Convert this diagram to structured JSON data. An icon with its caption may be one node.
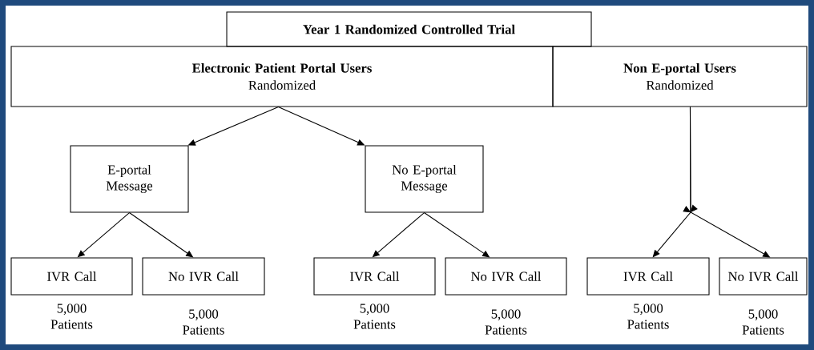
{
  "diagram": {
    "nodes": [
      {
        "text": [
          "Year 1 Randomized Controlled Trial"
        ]
      },
      {
        "text": [
          "Electronic Patient Portal Users",
          "Randomized"
        ]
      },
      {
        "text": [
          "Non E-portal Users",
          "Randomized"
        ]
      },
      {
        "text": [
          "E-portal Message"
        ]
      },
      {
        "text": [
          "No E-portal Message"
        ]
      },
      {
        "text": [
          "IVR Call"
        ],
        "beside": [
          "5,000 Patients"
        ]
      },
      {
        "text": [
          "No IVR Call"
        ],
        "beside": [
          "5,000 Patients"
        ]
      },
      {
        "text": [
          "IVR Call"
        ],
        "beside": [
          "5,000 Patients"
        ]
      },
      {
        "text": [
          "No IVR Call"
        ],
        "beside": [
          "5,000 Patients"
        ]
      },
      {
        "text": [
          "IVR Call"
        ],
        "beside": [
          "5,000 Patients"
        ]
      },
      {
        "text": [
          "No IVR Call"
        ],
        "beside": [
          "5,000 Patients"
        ]
      }
    ],
    "edges": [
      {
        "from": 1,
        "to": 3,
        "arrow": "to"
      },
      {
        "from": 1,
        "to": 4,
        "arrow": "to"
      },
      {
        "from": 3,
        "to": 5,
        "arrow": "to"
      },
      {
        "from": 3,
        "to": 6,
        "arrow": "to"
      },
      {
        "from": 4,
        "to": 7,
        "arrow": "to"
      },
      {
        "from": 4,
        "to": 8,
        "arrow": "to"
      },
      {
        "from": 2,
        "to": 9,
        "arrow": "to"
      },
      {
        "from": 2,
        "to": 10,
        "arrow": "to"
      }
    ]
  }
}
